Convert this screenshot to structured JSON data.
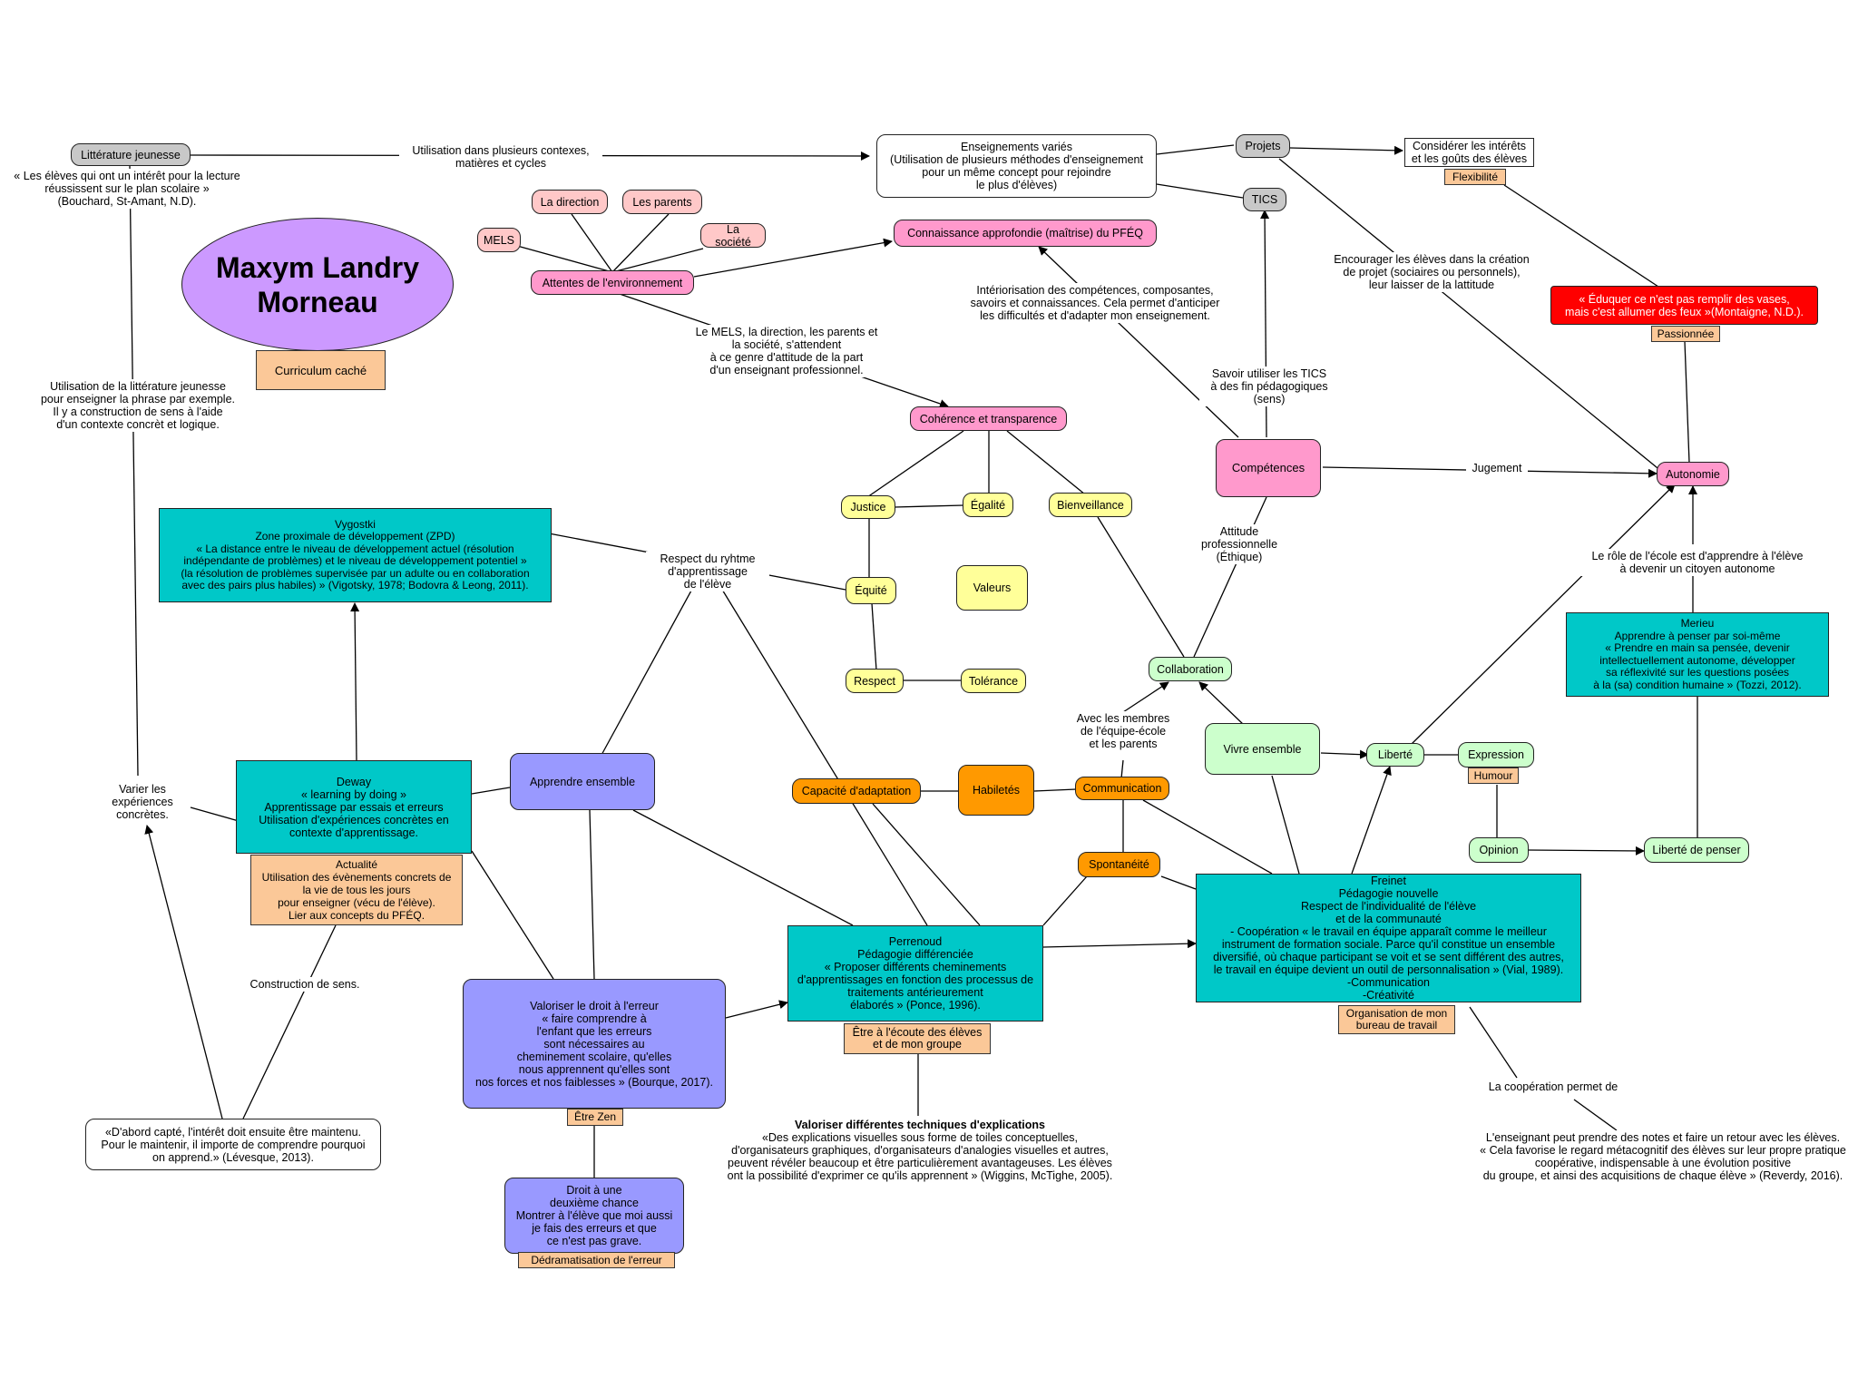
{
  "title": "Maxym Landry\nMorneau",
  "nodes": {
    "litterature": "Littérature jeunesse",
    "enseignements": "Enseignements variés\n(Utilisation de plusieurs méthodes d'enseignement\npour un même concept pour rejoindre\nle plus d'élèves)",
    "projets": "Projets",
    "tics": "TICS",
    "considerer": "Considérer les intérêts\net les goûts des élèves",
    "connaissance": "Connaissance approfondie (maîtrise) du PFÉQ",
    "direction": "La direction",
    "parents": "Les parents",
    "societe": "La société",
    "mels": "MELS",
    "attentes": "Attentes de l'environnement",
    "curriculum": "Curriculum caché",
    "eduquer": "« Éduquer ce n'est pas remplir des vases,\nmais c'est allumer des feux »(Montaigne, N.D.).",
    "coherence": "Cohérence et transparence",
    "competences": "Compétences",
    "autonomie": "Autonomie",
    "justice": "Justice",
    "egalite": "Égalité",
    "bienveillance": "Bienveillance",
    "equite": "Équité",
    "valeurs": "Valeurs",
    "respect": "Respect",
    "tolerance": "Tolérance",
    "collaboration": "Collaboration",
    "vygotski": "Vygostki\nZone proximale de développement (ZPD)\n« La distance entre le niveau de développement actuel (résolution\nindépendante de problèmes) et le niveau de développement potentiel »\n(la résolution de problèmes supervisée par un adulte ou en collaboration\navec des pairs plus habiles) » (Vigotsky, 1978; Bodovra & Leong, 2011).",
    "meirieu": "Merieu\nApprendre à penser par soi-même\n« Prendre en main sa pensée, devenir\nintellectuellement autonome, développer\nsa réflexivité sur les questions posées\nà la (sa) condition humaine » (Tozzi, 2012).",
    "deway": "Deway\n« learning by doing »\nApprentissage par essais et erreurs\nUtilisation d'expériences concrètes en\ncontexte d'apprentissage.",
    "apprendre_ensemble": "Apprendre ensemble",
    "capacite": "Capacité d'adaptation",
    "habiletes": "Habiletés",
    "communication": "Communication",
    "spontaneite": "Spontanéité",
    "vivre_ensemble": "Vivre ensemble",
    "liberte": "Liberté",
    "expression": "Expression",
    "opinion": "Opinion",
    "liberte_penser": "Liberté de penser",
    "freinet": "Freinet\nPédagogie nouvelle\nRespect de l'individualité de l'élève\net de la communauté\n- Coopération « le travail en équipe apparaît comme le meilleur\ninstrument de formation sociale. Parce qu'il constitue un ensemble\ndiversifié, où chaque participant se voit et se sent différent des autres,\nle travail en équipe devient un outil de personnalisation » (Vial, 1989).\n-Communication\n-Créativité",
    "perrenoud": "Perrenoud\nPédagogie différenciée\n« Proposer différents cheminements\nd'apprentissages en fonction des processus de\ntraitements antérieurement\nélaborés » (Ponce, 1996).",
    "valoriser": "Valoriser le droit à l'erreur\n« faire comprendre à\nl'enfant que les erreurs\nsont nécessaires au\ncheminement scolaire, qu'elles\nnous apprennent qu'elles sont\nnos forces et nos faiblesses » (Bourque, 2017).",
    "droit": "Droit à une\ndeuxième chance\nMontrer à l'élève que moi aussi\nje fais des erreurs et que\nce n'est pas grave.",
    "dabord": "«D'abord capté, l'intérêt doit ensuite être maintenu.\nPour le maintenir, il importe de comprendre pourquoi\non apprend.» (Lévesque, 2013)."
  },
  "tags": {
    "flexibilite": "Flexibilité",
    "passionnee": "Passionnée",
    "actualite": "Actualité\nUtilisation des évènements concrets de\nla vie de tous les jours\npour enseigner (vécu de l'élève).\nLier aux concepts du PFÉQ.",
    "humour": "Humour",
    "ecoute": "Être à l'écoute des élèves\net de mon groupe",
    "organisation": "Organisation de mon\nbureau de travail",
    "etre_zen": "Être Zen",
    "dedramatisation": "Dédramatisation de l'erreur"
  },
  "labels": {
    "eleves_interet": "« Les élèves qui ont un intérêt pour la lecture\nréussissent sur le plan scolaire »\n(Bouchard, St-Amant, N.D).",
    "utilisation_contextes": "Utilisation dans plusieurs contexes,\nmatières et cycles",
    "encourager": "Encourager les élèves dans la création\nde projet (sociaires ou personnels),\nleur laisser de la lattitude",
    "interiorisation": "Intériorisation des compétences, composantes,\nsavoirs et connaissances. Cela permet d'anticiper\nles  difficultés et d'adapter mon enseignement.",
    "le_mels": "Le MELS, la direction, les parents et\nla société, s'attendent\nà ce genre d'attitude de la part\nd'un enseignant professionnel.",
    "savoir_tics": "Savoir utiliser les TICS\nà des fin pédagogiques\n(sens)",
    "jugement": "Jugement",
    "litt_phrase": "Utilisation de la littérature jeunesse\npour enseigner la phrase par exemple.\nIl y a construction de sens à l'aide\nd'un contexte concrèt et logique.",
    "attitude": "Attitude\nprofessionnelle\n(Éthique)",
    "role_ecole": "Le rôle de l'école est d'apprendre à l'élève\nà devenir un citoyen autonome",
    "respect_rythme": "Respect du ryhtme\nd'apprentissage\nde l'élève",
    "avec_membres": "Avec les membres\nde l'équipe-école\net les parents",
    "varier": "Varier  les\nexpériences\nconcrètes.",
    "construction": "Construction de sens.",
    "valoriser_tech": "Valoriser différentes techniques d'explications\n«Des explications visuelles sous forme de toiles conceptuelles,\nd'organisateurs graphiques, d'organisateurs d'analogies visuelles et autres,\npeuvent révéler beaucoup et être particulièrement avantageuses. Les élèves\nont la possibilité d'exprimer ce qu'ils apprennent  » (Wiggins, McTighe, 2005).",
    "cooperation_permet": "La coopération permet de",
    "enseignant_notes": "L'enseignant peut prendre des notes et faire un retour avec les élèves.\n« Cela favorise le regard métacognitif des élèves sur leur propre pratique\ncoopérative, indispensable à une évolution positive\ndu groupe, et ainsi des acquisitions de chaque élève » (Reverdy, 2016)."
  },
  "colors": {
    "teal": "#00c8c8",
    "pink": "#ff99cc",
    "light_pink": "#ffc8c8",
    "yellow": "#ffff99",
    "orange": "#ff9900",
    "green": "#ccffcc",
    "violet": "#9999ff",
    "grey": "#c8c8c8",
    "red": "#ff0000",
    "title": "#cc99ff",
    "tag": "#fbc898"
  }
}
